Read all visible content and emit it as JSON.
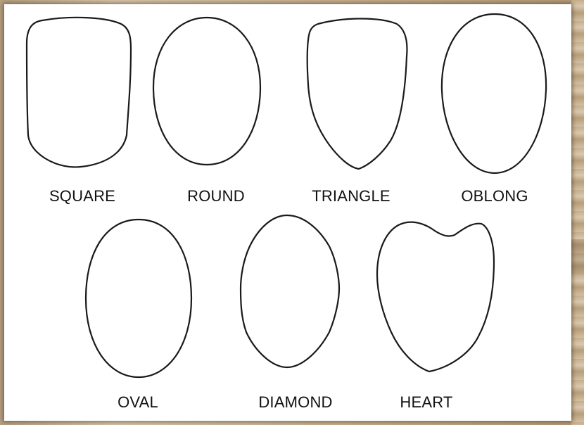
{
  "figure": {
    "shapes": [
      {
        "id": "square",
        "label": "SQUARE"
      },
      {
        "id": "round",
        "label": "ROUND"
      },
      {
        "id": "triangle",
        "label": "TRIANGLE"
      },
      {
        "id": "oblong",
        "label": "OBLONG"
      },
      {
        "id": "oval",
        "label": "OVAL"
      },
      {
        "id": "diamond",
        "label": "DIAMOND"
      },
      {
        "id": "heart",
        "label": "HEART"
      }
    ]
  }
}
